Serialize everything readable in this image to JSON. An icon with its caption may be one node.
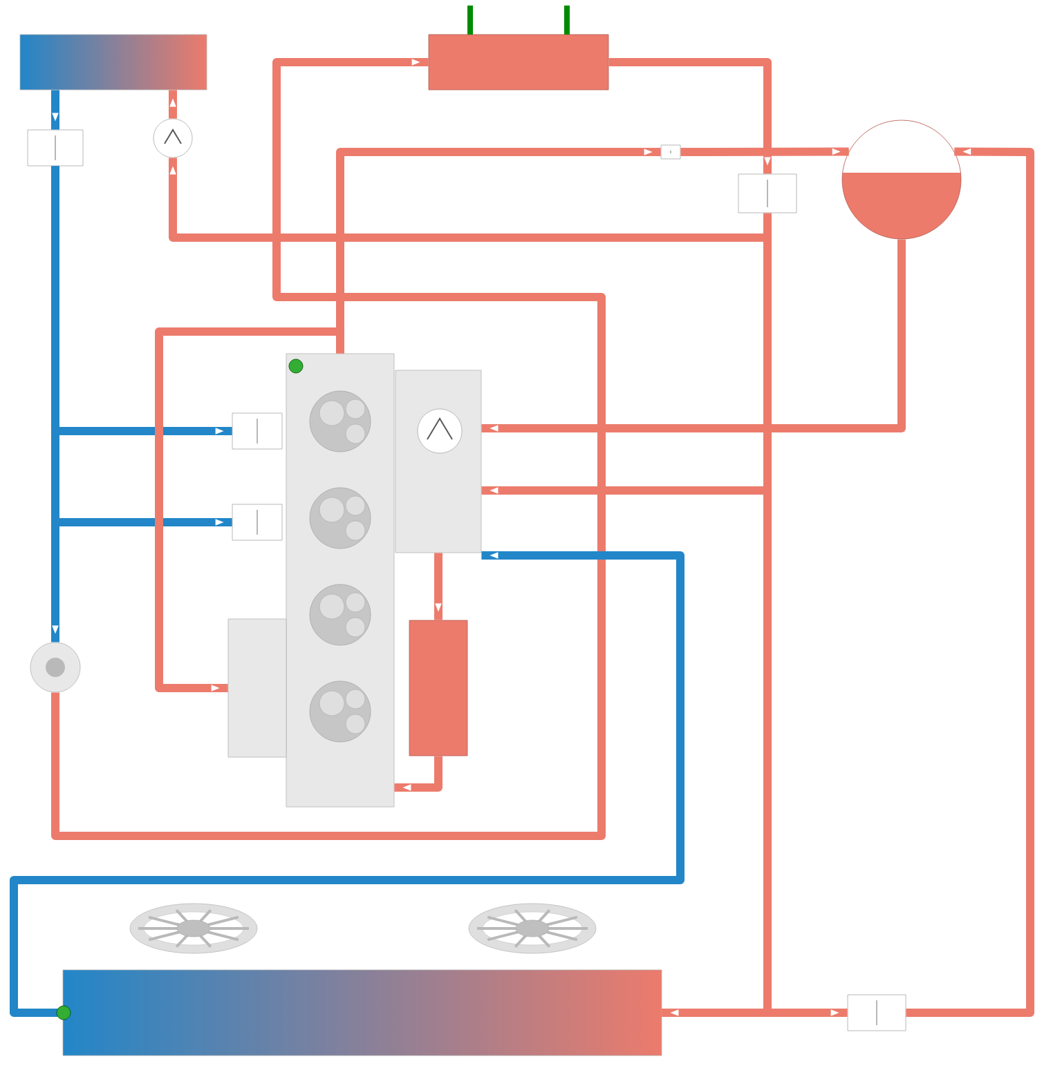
{
  "diagram": {
    "nodes": [
      {
        "text": [],
        "shape": "box"
      },
      {
        "text": [],
        "shape": "box"
      },
      {
        "text": [],
        "shape": "valve"
      },
      {
        "text": [],
        "shape": "circle"
      },
      {
        "text": [],
        "shape": "valve"
      },
      {
        "text": [],
        "shape": "valve"
      },
      {
        "text": [],
        "shape": "circle"
      },
      {
        "text": [],
        "shape": "box"
      },
      {
        "text": [],
        "shape": "box"
      },
      {
        "text": [],
        "shape": "valve"
      },
      {
        "text": [],
        "shape": "valve"
      },
      {
        "text": [],
        "shape": "box"
      },
      {
        "text": [],
        "shape": "box"
      },
      {
        "text": [],
        "shape": "pump"
      },
      {
        "text": [],
        "shape": "box"
      },
      {
        "text": [],
        "shape": "valve"
      }
    ],
    "edges": [
      {
        "from": 0,
        "to": 2,
        "arrow": "to",
        "color": "#2286c8"
      },
      {
        "from": 2,
        "to": 9,
        "arrow": "to",
        "color": "#2286c8"
      },
      {
        "from": 2,
        "to": 10,
        "arrow": "to",
        "color": "#2286c8"
      },
      {
        "from": 2,
        "to": 13,
        "arrow": "to",
        "color": "#2286c8"
      },
      {
        "from": 13,
        "to": 1,
        "arrow": "to"
      },
      {
        "from": 1,
        "to": 5,
        "arrow": "to"
      },
      {
        "from": 5,
        "to": 14,
        "arrow": "to"
      },
      {
        "from": 3,
        "to": 0,
        "arrow": "to"
      },
      {
        "from": 14,
        "to": 3,
        "arrow": "to"
      },
      {
        "from": 14,
        "to": 8,
        "arrow": "to"
      },
      {
        "from": 6,
        "to": 8,
        "arrow": "to"
      },
      {
        "from": 7,
        "to": 4,
        "arrow": "to"
      },
      {
        "from": 4,
        "to": 6,
        "arrow": "to"
      },
      {
        "from": 15,
        "to": 6,
        "arrow": "to"
      },
      {
        "from": 14,
        "to": 15,
        "arrow": "to"
      },
      {
        "from": 7,
        "to": 11,
        "arrow": "to"
      },
      {
        "from": 8,
        "to": 12,
        "arrow": "to"
      },
      {
        "from": 12,
        "to": 7,
        "arrow": "to"
      },
      {
        "from": 14,
        "to": 8,
        "arrow": "to",
        "color": "#2286c8"
      }
    ]
  }
}
